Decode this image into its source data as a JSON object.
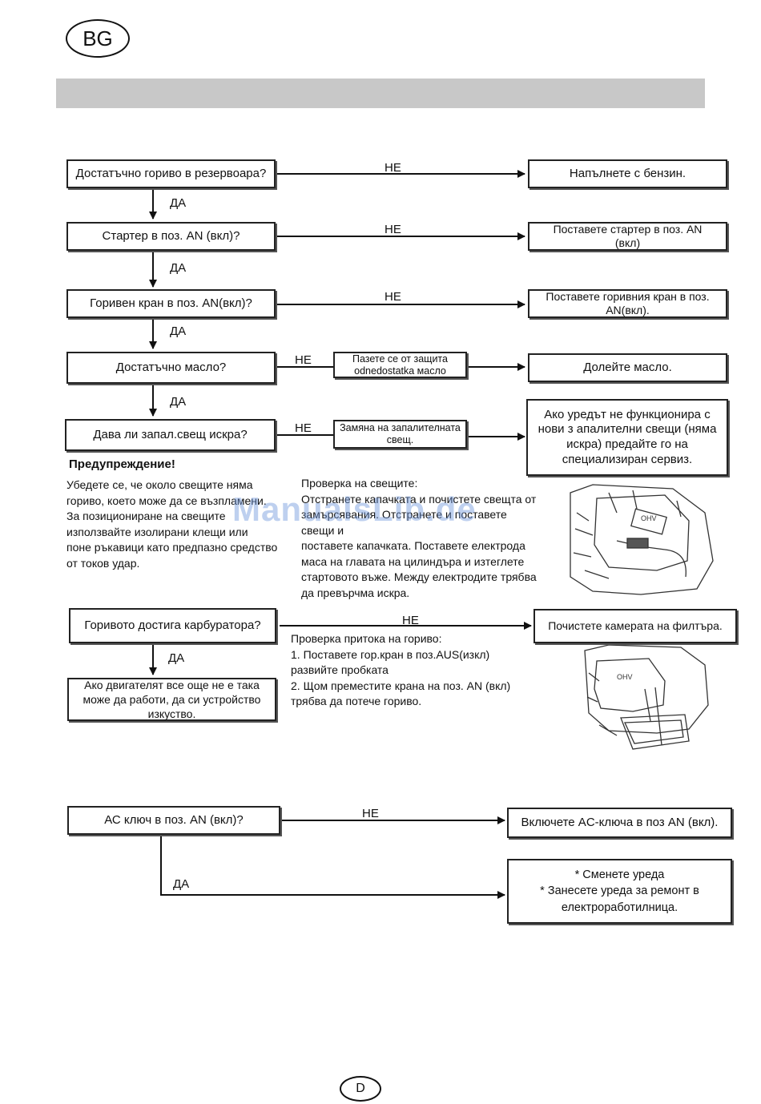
{
  "header": {
    "lang_badge": "BG",
    "page_badge": "D"
  },
  "watermark": "ManualsLib.de",
  "flow1": {
    "q1": "Достатъчно гориво в резервоара?",
    "a1": "Напълнете с бензин.",
    "q2": "Стартер в поз. AN (вкл)?",
    "a2": "Поставете стартер в поз. AN (вкл)",
    "q3": "Горивен кран в поз. AN(вкл)?",
    "a3": "Поставете горивния кран в поз. AN(вкл).",
    "q4": "Достатъчно масло?",
    "mid4": "Пазете се от защита odnedostatka масло",
    "a4": "Долейте масло.",
    "q5": "Дава ли запал.свещ искра?",
    "mid5": "Замяна на запалителната свещ.",
    "a5": "Ако уредът не функционира с нови з апалителни свещи (няма искра) предайте го на специализиран сервиз."
  },
  "labels": {
    "no": "НЕ",
    "yes": "ДА"
  },
  "warning": {
    "title": "Предупреждение!",
    "text": "Убедете се, че около свещите няма\nгориво, което може да се възпламени.\nЗа позициониране на свещите\nизползвайте изолирани клещи или\nпоне ръкавици като предпазно средство\nот токов удар."
  },
  "spark_check": {
    "text": "Проверка на свещите:\nОтстранете капачката и почистете свещта от\nзамърсявания. Отстранете и поставете свещи и\nпоставете капачката. Поставете електрода\nмаса на главата на цилиндъра и изтеглете\nстартовото въже. Между електродите трябва\nда превърчма искра."
  },
  "flow2": {
    "q": "Горивото достига карбуратора?",
    "a": "Почистете камерата на филтъра.",
    "yes_box": "Ако двигателят все още не е така може да работи, да си устройство изкуство."
  },
  "fuel_check": {
    "text": "Проверка притока на гориво:\n1. Поставете гор.кран в поз.AUS(изкл)\n    развийте пробката\n2. Щом преместите крана на поз. AN (вкл)\n    трябва да потече гориво."
  },
  "flow3": {
    "q": "АС ключ в поз. AN (вкл)?",
    "a": "Включете AC-ключа в поз AN (вкл).",
    "yes_box": "* Сменете уреда\n* Занесете уреда за ремонт в електроработилница."
  }
}
